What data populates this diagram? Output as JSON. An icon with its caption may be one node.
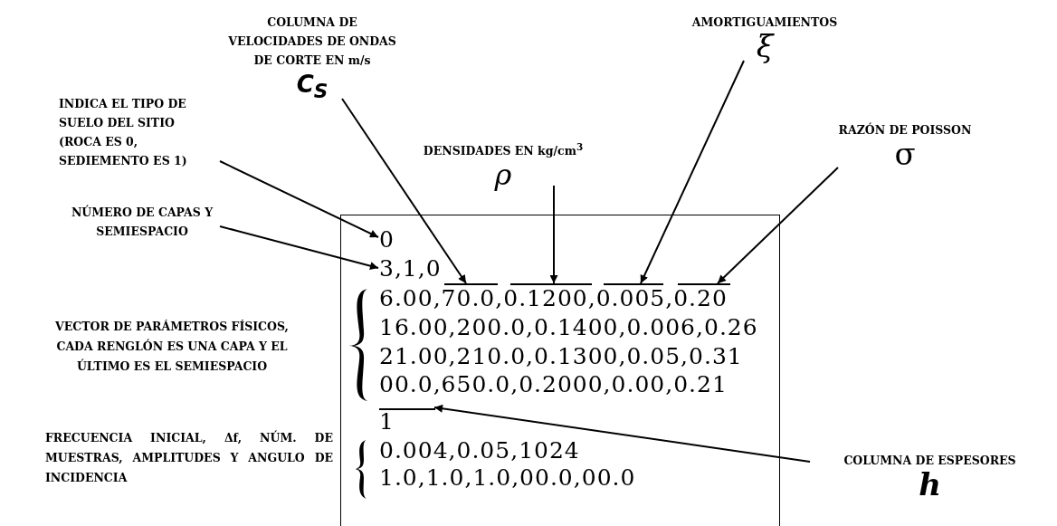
{
  "diagram": {
    "nodes": [
      {
        "text": [
          "COLUMNA DE VELOCIDADES DE ONDAS DE CORTE EN m/s",
          "C$_{S}$"
        ]
      },
      {
        "text": [
          "AMORTIGUAMIENTOS",
          "ξ"
        ]
      },
      {
        "text": [
          "INDICA EL TIPO DE SUELO DEL SITIO (ROCA ES 0, SEDIEMENTO ES 1)"
        ]
      },
      {
        "text": [
          "DENSIDADES EN kg/cm$^{3}$",
          "ρ"
        ]
      },
      {
        "text": [
          "RAZÓN DE POISSON",
          "σ"
        ]
      },
      {
        "text": [
          "NÚMERO DE CAPAS Y SEMIESPACIO"
        ]
      },
      {
        "text": [],
        "shape": "box"
      },
      {
        "text": [
          "0"
        ],
        "in": 6
      },
      {
        "text": [
          "3,1,0"
        ],
        "in": 6
      },
      {
        "text": [],
        "shape": "bar",
        "in": 6
      },
      {
        "text": [],
        "shape": "bar",
        "in": 6
      },
      {
        "text": [],
        "shape": "bar",
        "in": 6
      },
      {
        "text": [],
        "shape": "bar",
        "in": 6
      },
      {
        "text": [
          "6.00,70.0,0.1200,0.005,0.20"
        ],
        "in": 6
      },
      {
        "text": [
          "16.00,200.0,0.1400,0.006,0.26"
        ],
        "in": 6
      },
      {
        "text": [
          "21.00,210.0,0.1300,0.05,0.31"
        ],
        "in": 6
      },
      {
        "text": [
          "00.0,650.0,0.2000,0.00,0.21"
        ],
        "in": 6
      },
      {
        "text": [],
        "shape": "bar",
        "in": 6
      },
      {
        "text": [
          "1"
        ],
        "in": 6
      },
      {
        "text": [
          "0.004,0.05,1024"
        ],
        "in": 6
      },
      {
        "text": [
          "1.0,1.0,1.0,00.0,00.0"
        ],
        "in": 6
      },
      {
        "text": [
          "COLUMNA DE ESPESORES",
          "h"
        ]
      },
      {
        "text": [],
        "shape": "brace",
        "in": 6
      },
      {
        "text": [],
        "shape": "brace",
        "in": 6
      }
    ],
    "edges": [
      {
        "from": 2,
        "to": 7,
        "arrow": "to"
      },
      {
        "from": 5,
        "to": 8,
        "arrow": "to"
      },
      {
        "from": 0,
        "to": 9,
        "arrow": "to"
      },
      {
        "from": 3,
        "to": 10,
        "arrow": "to"
      },
      {
        "from": 1,
        "to": 11,
        "arrow": "to"
      },
      {
        "from": 4,
        "to": 12,
        "arrow": "to"
      },
      {
        "from": 21,
        "to": 17,
        "arrow": "to"
      }
    ],
    "labels": [
      "VECTOR DE PARÁMETROS FÍSICOS, CADA RENGLÓN ES UNA CAPA Y EL ÚLTIMO ES EL SEMIESPACIO",
      "FRECUENCIA INICIAL, Δf, NÚM. DE MUESTRAS, AMPLITUDES Y ANGULO DE INCIDENCIA"
    ]
  }
}
